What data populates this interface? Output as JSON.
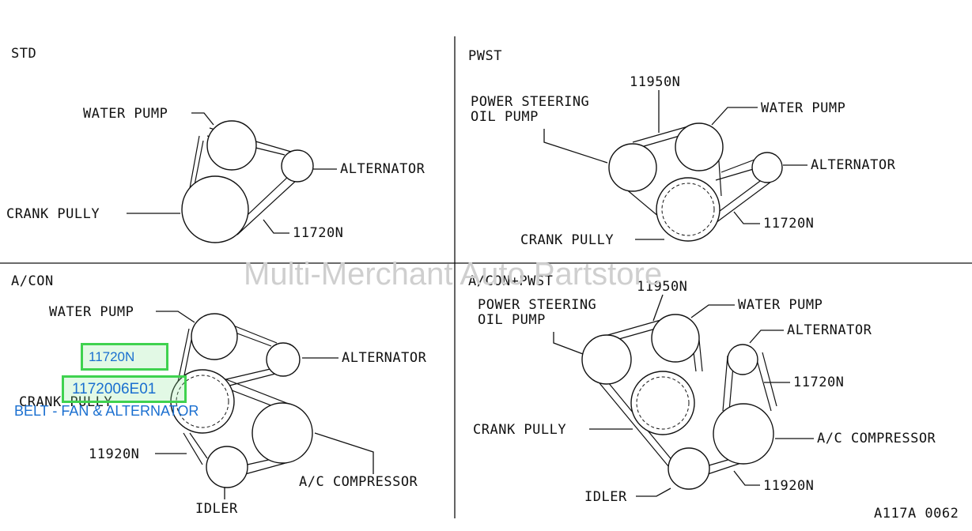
{
  "watermark": "Multi-Merchant Auto Partstore",
  "figure_code": "A117A 0062",
  "quadrants": {
    "std": {
      "title": "STD",
      "water_pump": "WATER PUMP",
      "alternator": "ALTERNATOR",
      "crank_pully": "CRANK PULLY",
      "belt": "11720N"
    },
    "pwst": {
      "title": "PWST",
      "ps_line1": "POWER STEERING",
      "ps_line2": "OIL PUMP",
      "ps_belt": "11950N",
      "water_pump": "WATER PUMP",
      "alternator": "ALTERNATOR",
      "belt": "11720N",
      "crank_pully": "CRANK PULLY"
    },
    "acon": {
      "title": "A/CON",
      "water_pump": "WATER PUMP",
      "alternator": "ALTERNATOR",
      "crank_pully": "CRANK PULLY",
      "ac_belt": "11920N",
      "ac_compressor": "A/C COMPRESSOR",
      "idler": "IDLER"
    },
    "acon_pwst": {
      "title": "A/CON+PWST",
      "ps_belt": "11950N",
      "ps_line1": "POWER STEERING",
      "ps_line2": "OIL PUMP",
      "water_pump": "WATER PUMP",
      "alternator": "ALTERNATOR",
      "belt": "11720N",
      "crank_pully": "CRANK PULLY",
      "ac_compressor": "A/C COMPRESSOR",
      "ac_belt": "11920N",
      "idler": "IDLER"
    }
  },
  "callouts": {
    "part1": "11720N",
    "part2": "1172006E01",
    "description": "BELT - FAN & ALTERNATOR"
  }
}
